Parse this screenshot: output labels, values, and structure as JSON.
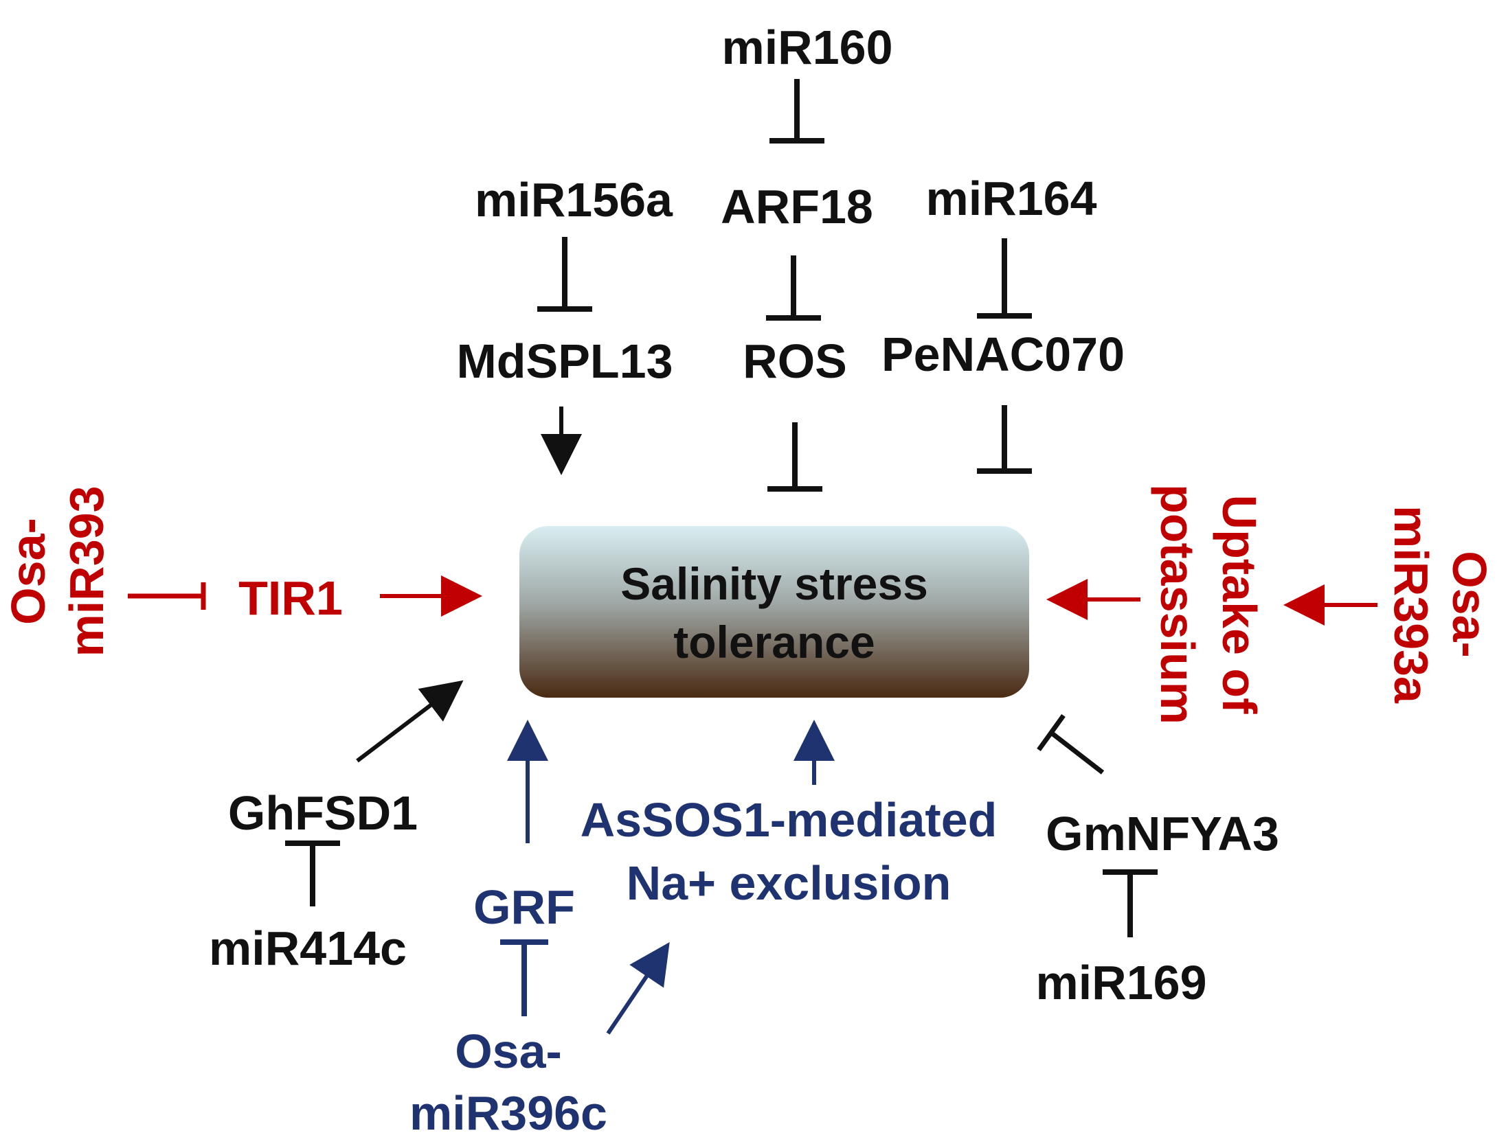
{
  "colors": {
    "black": "#111111",
    "red": "#c00000",
    "blue": "#1f3370",
    "box_top": "#d7ecf0",
    "box_bottom": "#4a2a12"
  },
  "center": {
    "line1": "Salinity  stress",
    "line2": "tolerance"
  },
  "labels": {
    "mir160": "miR160",
    "arf18": "ARF18",
    "mir156a": "miR156a",
    "mir164": "miR164",
    "mdspl13": "MdSPL13",
    "ros": "ROS",
    "penac070": "PeNAC070",
    "tir1": "TIR1",
    "osa_mir393_l1": "Osa-",
    "osa_mir393_l2": "miR393",
    "uptake_l1": "Uptake of",
    "uptake_l2": "potassium",
    "osa_mir393a_l1": "Osa-",
    "osa_mir393a_l2": "miR393a",
    "ghfsd1": "GhFSD1",
    "mir414c": "miR414c",
    "grf": "GRF",
    "assos1_l1": "AsSOS1-mediated",
    "assos1_l2": "Na+ exclusion",
    "osa_mir396c_l1": "Osa-",
    "osa_mir396c_l2": "miR396c",
    "gmnfya3": "GmNFYA3",
    "mir169": "miR169"
  }
}
